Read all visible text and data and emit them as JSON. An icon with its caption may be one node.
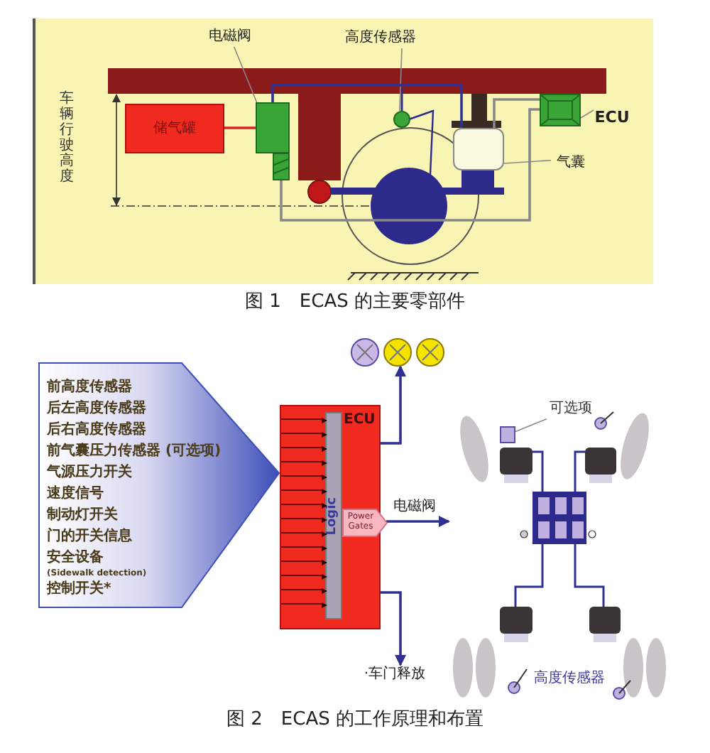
{
  "diagram": {
    "nodes": [
      {
        "text": [
          "电磁阀"
        ]
      },
      {
        "text": [
          "高度传感器"
        ]
      },
      {
        "text": [
          "ECU"
        ]
      },
      {
        "text": [
          "气囊"
        ]
      },
      {
        "text": [
          "储气罐"
        ]
      },
      {
        "text": [],
        "shape": "box"
      },
      {
        "text": [],
        "shape": "circle"
      },
      {
        "text": [],
        "shape": "box"
      },
      {
        "text": [],
        "shape": "box"
      },
      {
        "text": [
          "前高度传感器",
          "后左高度传感器",
          "后右高度传感器",
          "前气囊压力传感器 (可选项)",
          "气源压力开关",
          "速度信号",
          "制动灯开关",
          "门的开关信息",
          "安全设备",
          "(Sidewalk detection)",
          "控制开关*"
        ]
      },
      {
        "text": [
          "ECU"
        ]
      },
      {
        "text": [
          "Logic"
        ],
        "in": 10
      },
      {
        "text": [
          "Power Gates"
        ],
        "in": 10
      },
      {
        "text": [],
        "shape": "circle"
      },
      {
        "text": [],
        "shape": "circle"
      },
      {
        "text": [],
        "shape": "circle"
      },
      {
        "text": [
          "·车门释放"
        ]
      },
      {
        "text": [
          "可选项"
        ]
      },
      {
        "text": [],
        "shape": "box"
      }
    ],
    "edges": [
      {
        "from": 0,
        "to": 5,
        "arrow": "none",
        "color": "#888888"
      },
      {
        "from": 1,
        "to": 6,
        "arrow": "none",
        "color": "#888888"
      },
      {
        "from": 2,
        "to": 8,
        "arrow": "none",
        "color": "#888888"
      },
      {
        "from": 3,
        "to": 7,
        "arrow": "none",
        "color": "#888888"
      },
      {
        "from": 4,
        "to": 5,
        "arrow": "none",
        "color": "#e02020"
      },
      {
        "from": 5,
        "to": 7,
        "arrow": "none",
        "color": "#2e3192"
      },
      {
        "from": 8,
        "to": 5,
        "arrow": "none",
        "color": "#888888"
      },
      {
        "from": 10,
        "to": 14,
        "arrow": "to",
        "color": "#2e3192"
      },
      {
        "from": 12,
        "to": null,
        "arrow": "to",
        "label": "电磁阀",
        "color": "#2e3192"
      },
      {
        "from": 10,
        "to": 16,
        "arrow": "to",
        "color": "#2e3192"
      },
      {
        "from": 17,
        "to": 18,
        "arrow": "none",
        "color": "#888888"
      },
      {
        "from": 8,
        "to": 7,
        "arrow": "none",
        "color": "#888888"
      },
      {
        "from": 10,
        "to": 11,
        "arrow": "to",
        "color": "#330000"
      },
      {
        "from": 10,
        "to": 11,
        "arrow": "to",
        "color": "#330000"
      },
      {
        "from": 10,
        "to": 11,
        "arrow": "to",
        "color": "#330000"
      },
      {
        "from": 10,
        "to": 11,
        "arrow": "to",
        "color": "#330000"
      },
      {
        "from": 10,
        "to": 11,
        "arrow": "to",
        "color": "#330000"
      },
      {
        "from": 10,
        "to": 11,
        "arrow": "to",
        "color": "#330000"
      },
      {
        "from": 10,
        "to": 11,
        "arrow": "to",
        "color": "#330000"
      },
      {
        "from": 10,
        "to": 11,
        "arrow": "to",
        "color": "#330000"
      },
      {
        "from": 10,
        "to": 11,
        "arrow": "to",
        "color": "#330000"
      },
      {
        "from": 10,
        "to": 11,
        "arrow": "to",
        "color": "#330000"
      },
      {
        "from": 10,
        "to": 11,
        "arrow": "to",
        "color": "#330000"
      },
      {
        "from": 10,
        "to": 11,
        "arrow": "to",
        "color": "#330000"
      },
      {
        "from": 10,
        "to": 11,
        "arrow": "to",
        "color": "#330000"
      },
      {
        "from": 10,
        "to": 11,
        "arrow": "to",
        "color": "#330000"
      }
    ],
    "labels": [
      "车辆行驶高度",
      "图 1　ECAS 的主要零部件",
      "高度传感器",
      "图 2　ECAS 的工作原理和布置"
    ]
  }
}
